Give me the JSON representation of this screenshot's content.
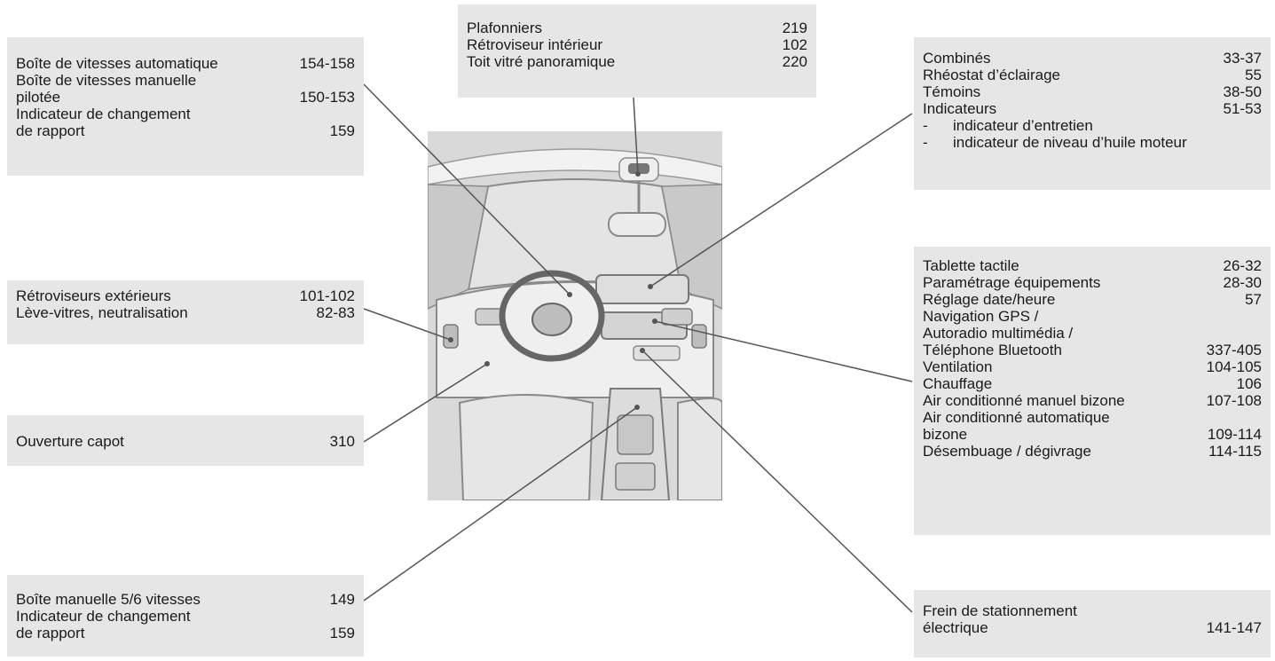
{
  "boxes": {
    "gearbox": {
      "rows": [
        {
          "label": "Boîte de vitesses automatique",
          "page": "154-158"
        },
        {
          "label": "Boîte de vitesses manuelle\n  pilotée",
          "page": "150-153"
        },
        {
          "label": "Indicateur de changement\n  de rapport",
          "page": "159"
        }
      ]
    },
    "mirrors": {
      "rows": [
        {
          "label": "Rétroviseurs extérieurs",
          "page": "101-102"
        },
        {
          "label": "Lève-vitres, neutralisation",
          "page": "82-83"
        }
      ]
    },
    "bonnet": {
      "rows": [
        {
          "label": "Ouverture capot",
          "page": "310"
        }
      ]
    },
    "manual": {
      "rows": [
        {
          "label": "Boîte manuelle 5/6 vitesses",
          "page": "149"
        },
        {
          "label": "Indicateur de changement\n  de rapport",
          "page": "159"
        }
      ]
    },
    "ceiling": {
      "rows": [
        {
          "label": "Plafonniers",
          "page": "219"
        },
        {
          "label": "Rétroviseur intérieur",
          "page": "102"
        },
        {
          "label": "Toit vitré panoramique",
          "page": "220"
        }
      ]
    },
    "instruments": {
      "rows": [
        {
          "label": "Combinés",
          "page": "33-37"
        },
        {
          "label": "Rhéostat d’éclairage",
          "page": "55"
        },
        {
          "label": "Témoins",
          "page": "38-50"
        },
        {
          "label": "Indicateurs",
          "page": "51-53"
        }
      ],
      "subitems": [
        {
          "dash": "-",
          "text": "indicateur d’entretien"
        },
        {
          "dash": "-",
          "text": "indicateur de niveau d’huile moteur"
        }
      ]
    },
    "tablet": {
      "rows": [
        {
          "label": "Tablette tactile",
          "page": "26-32"
        },
        {
          "label": "Paramétrage équipements",
          "page": "28-30"
        },
        {
          "label": "Réglage date/heure",
          "page": "57"
        },
        {
          "label": "Navigation GPS /\n  Autoradio multimédia /\n  Téléphone Bluetooth",
          "page": "337-405"
        },
        {
          "label": "Ventilation",
          "page": "104-105"
        },
        {
          "label": "Chauffage",
          "page": "106"
        },
        {
          "label": "Air conditionné manuel bizone",
          "page": "107-108"
        },
        {
          "label": "Air conditionné automatique\n  bizone",
          "page": "109-114"
        },
        {
          "label": "Désembuage / dégivrage",
          "page": "114-115"
        }
      ]
    },
    "parking": {
      "rows": [
        {
          "label": "Frein de stationnement\n  électrique",
          "page": "141-147"
        }
      ]
    }
  },
  "colors": {
    "box_background": "#e6e6e6",
    "illustration_background": "#d9d9d9",
    "leader_line": "#555555",
    "text": "#1a1a1a"
  }
}
